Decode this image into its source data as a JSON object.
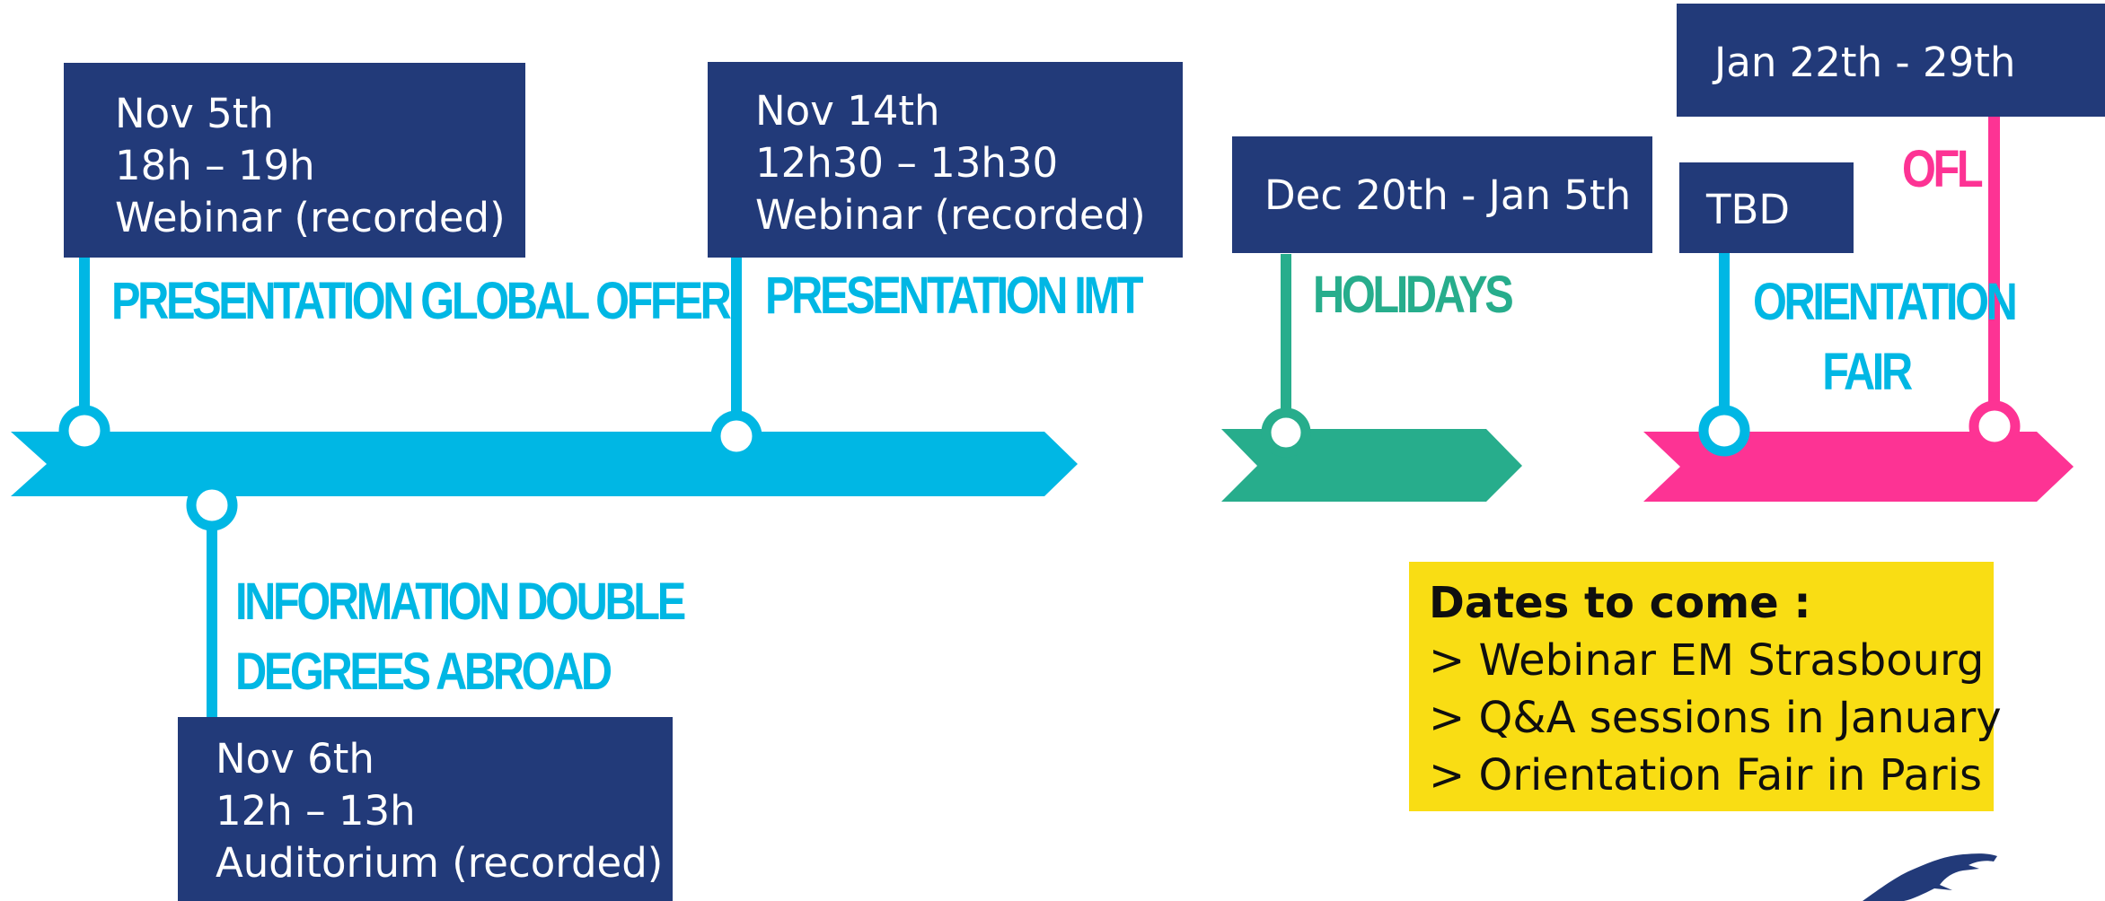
{
  "events": [
    {
      "date": "Nov 5th",
      "time": "18h – 19h",
      "format": "Webinar (recorded)",
      "title": "PRESENTATION GLOBAL OFFER"
    },
    {
      "date": "Nov 6th",
      "time": "12h – 13h",
      "format": "Auditorium (recorded)",
      "title_lines": [
        "INFORMATION DOUBLE",
        "DEGREES ABROAD"
      ]
    },
    {
      "date": "Nov 14th",
      "time": "12h30 – 13h30",
      "format": "Webinar (recorded)",
      "title": "PRESENTATION IMT"
    },
    {
      "date": "Dec 20th - Jan 5th",
      "title": "HOLIDAYS"
    },
    {
      "date": "TBD",
      "title_lines": [
        "ORIENTATION",
        "FAIR"
      ]
    },
    {
      "date": "Jan 22th - 29th",
      "title": "OFL"
    }
  ],
  "note": {
    "title": "Dates to come :",
    "items": [
      "> Webinar EM Strasbourg",
      "> Q&A sessions in January",
      "> Orientation Fair in Paris"
    ]
  },
  "colors": {
    "box": "#223a79",
    "cyan": "#00b7e4",
    "green": "#27ad8c",
    "pink": "#fd3394",
    "note": "#f9dd14"
  },
  "icons": {
    "logo": "leaping-feline-logo"
  }
}
